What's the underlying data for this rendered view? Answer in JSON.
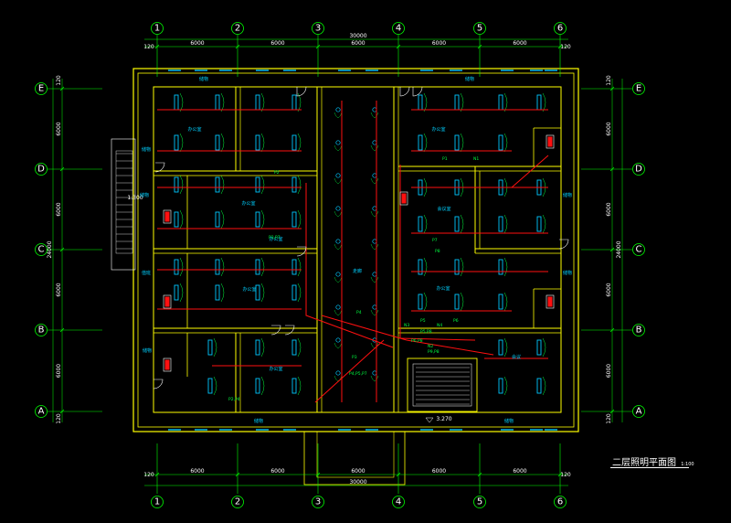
{
  "drawing": {
    "title": "二层照明平面图",
    "title_suffix": "1:100",
    "colors": {
      "background": "#000000",
      "wall": "#ffff00",
      "axis": "#00ff00",
      "wire": "#ff1010",
      "fixture": "#00c8ff",
      "circuit_label": "#00ff40",
      "door": "#ffffff"
    }
  },
  "axes": {
    "columns": [
      "1",
      "2",
      "3",
      "4",
      "5",
      "6"
    ],
    "rows": [
      "E",
      "D",
      "C",
      "B",
      "A"
    ]
  },
  "dimensions": {
    "top_spans": [
      "6000",
      "6000",
      "6000",
      "6000",
      "6000"
    ],
    "top_total": "30000",
    "bottom_spans": [
      "6000",
      "6000",
      "6000",
      "6000",
      "6000"
    ],
    "bottom_total": "30000",
    "edge_offset": "120",
    "side_spans": [
      "6000",
      "6000",
      "6000",
      "6000"
    ],
    "side_total": "24000",
    "left_level": "1.300",
    "bottom_level": "3.270"
  },
  "rooms": [
    "储物",
    "办公室",
    "储物",
    "储物",
    "办公室",
    "办公室",
    "值班",
    "储物",
    "办公室",
    "办公室",
    "走廊",
    "储物",
    "办公室",
    "会议室",
    "储物",
    "办公室",
    "储物",
    "会议",
    "储物",
    "储物"
  ],
  "circuits": [
    "P1",
    "P2",
    "P3",
    "P4",
    "P5",
    "P6",
    "P7",
    "P8",
    "P3,P7",
    "P4,P5,P7",
    "P5,P8",
    "P6,P8",
    "P9,P8",
    "P2,P4",
    "N1",
    "N2",
    "N3",
    "N4"
  ]
}
